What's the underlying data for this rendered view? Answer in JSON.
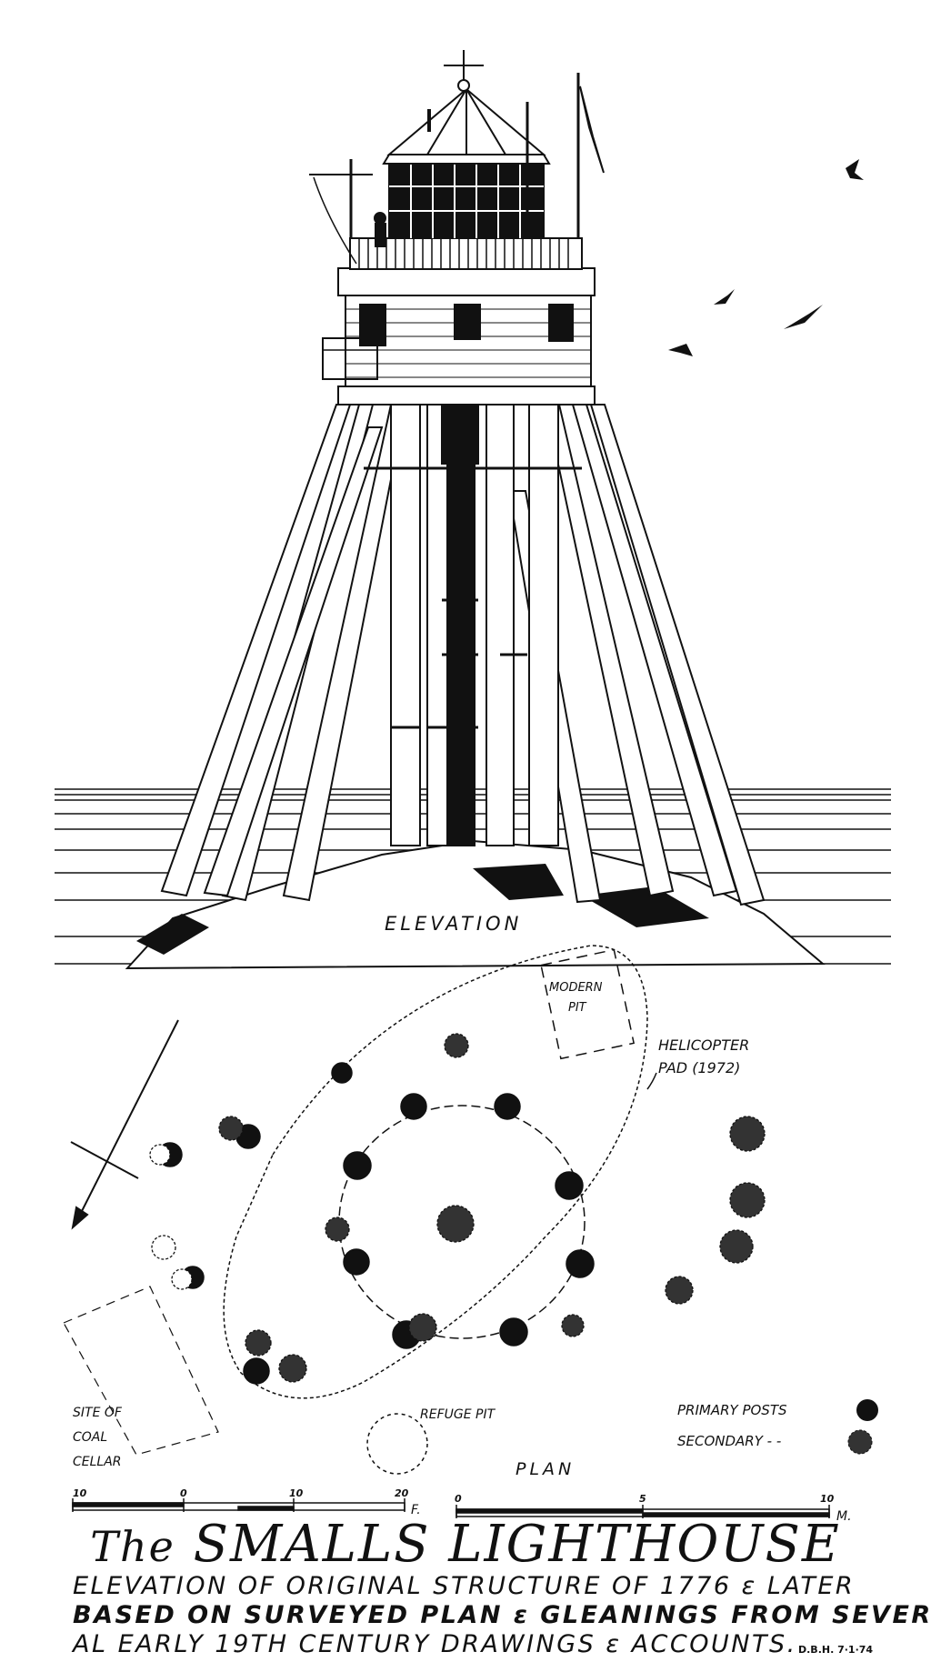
{
  "elevation_label": "ELEVATION",
  "plan_label": "PLAN",
  "labels": {
    "modern_pit": [
      "MODERN",
      "PIT"
    ],
    "helicopter_pad": [
      "HELICOPTER",
      "PAD (1972)"
    ],
    "refuge_pit": "REFUGE PIT",
    "coal_cellar": [
      "SITE OF",
      "COAL",
      "CELLAR"
    ]
  },
  "legend": {
    "primary": "PRIMARY POSTS",
    "secondary": "SECONDARY - -"
  },
  "scale_feet": {
    "ticks": [
      "10",
      "0",
      "10",
      "20"
    ],
    "unit": "F."
  },
  "scale_metres": {
    "ticks": [
      "0",
      "5",
      "10"
    ],
    "unit": "M."
  },
  "title": {
    "prefix": "The",
    "main": "SMALLS LIGHTHOUSE"
  },
  "subtitle_lines": [
    "ELEVATION OF ORIGINAL STRUCTURE OF 1776 ε LATER",
    "BASED ON SURVEYED PLAN ε GLEANINGS FROM SEVER-",
    "AL EARLY 19TH CENTURY DRAWINGS ε ACCOUNTS."
  ],
  "signature": "D.B.H. 7·1·74",
  "colors": {
    "ink": "#111111",
    "paper": "#ffffff"
  }
}
